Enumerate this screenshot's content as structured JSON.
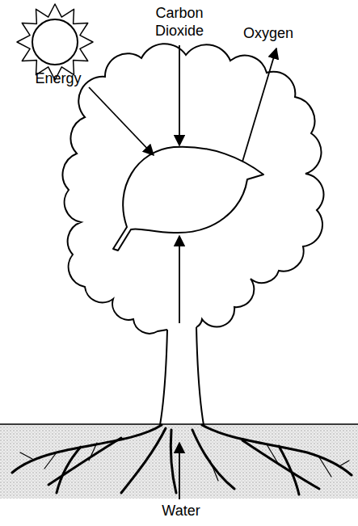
{
  "diagram": {
    "labels": [
      "Carbon Dioxide",
      "Oxygen",
      "Energy",
      "Water"
    ]
  }
}
